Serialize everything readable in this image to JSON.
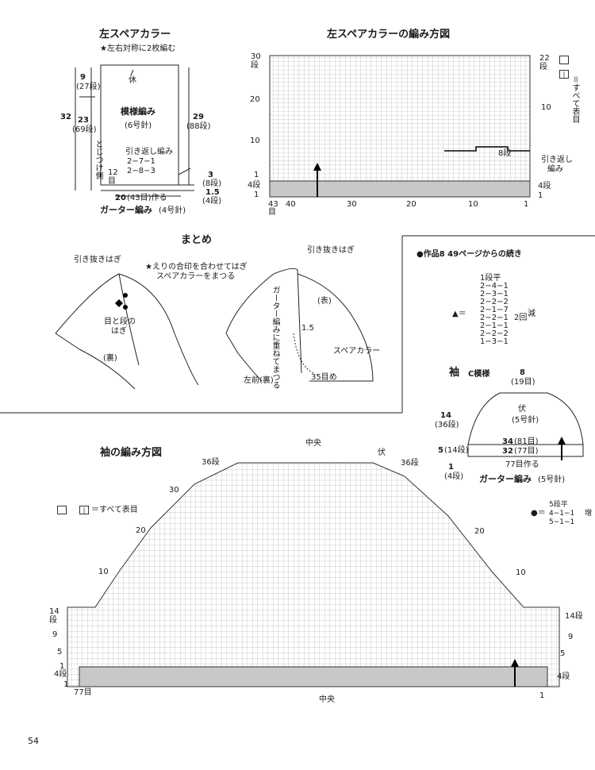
{
  "page_number": "54",
  "collar_schematic": {
    "title": "左スペアカラー",
    "note": "★左右対称に2枚編む",
    "rest_label": "休",
    "pattern_label": "模様編み",
    "pattern_needle": "(6号針)",
    "short_row_label": "引き返し編み",
    "short_row_1": "2−7−1",
    "short_row_2": "2−8−3",
    "left_9": "9",
    "left_9_rows": "(27段)",
    "left_23": "23",
    "left_23_rows": "(69段)",
    "left_32": "32",
    "side_label": "とじつけ側",
    "right_29": "29",
    "right_29_rows": "(88段)",
    "right_3": "3",
    "right_3_rows": "(8段)",
    "right_15": "1.5",
    "right_15_rows": "(4段)",
    "stitch_12": "12",
    "stitch_12_unit": "目",
    "bottom_width": "20",
    "bottom_width_detail": "(43目)作る",
    "garter_label": "ガーター編み",
    "garter_needle": "(4号針)"
  },
  "collar_chart": {
    "title": "左スペアカラーの編み方図",
    "row_30": "30",
    "row_unit": "段",
    "row_20": "20",
    "row_10": "10",
    "row_1": "1",
    "row_4": "4段",
    "row_1b": "1",
    "right_22": "22",
    "right_22_unit": "段",
    "right_10": "10",
    "right_8": "8段",
    "right_short": "引き返し",
    "right_short2": "編み",
    "right_4": "4段",
    "right_1": "1",
    "bottom_43": "43",
    "bottom_43_unit": "目",
    "bottom_40": "40",
    "bottom_30": "30",
    "bottom_20": "20",
    "bottom_10": "10",
    "bottom_1": "1",
    "legend": "＝すべて表目"
  },
  "assembly": {
    "title": "まとめ",
    "pull_seam_left": "引き抜きはぎ",
    "star_note_1": "★えりの合印を合わせてはぎ",
    "star_note_2": "スペアカラーをまつる",
    "stitch_row_1": "目と段の",
    "stitch_row_2": "はぎ",
    "back_label": "(裏)",
    "pull_seam_right": "引き抜きはぎ",
    "overlap_note": "ガーター編みに重ねてまつる",
    "front_label": "(表)",
    "measure_15": "1.5",
    "spare_collar": "スペアカラー",
    "stitches_35": "35目め",
    "left_front_back": "左前(裏)"
  },
  "continued_note": {
    "title": "●作品8  49ページからの続き",
    "lines": [
      "1段平",
      "2−4−1",
      "2−3−1",
      "2−2−2",
      "2−1−7",
      "2−2−1",
      "2−1−1",
      "2−2−2",
      "1−3−1"
    ],
    "repeat": "2回",
    "decrease": "減"
  },
  "sleeve_schematic": {
    "title": "袖",
    "pattern": "C模様",
    "top_8": "8",
    "top_8_st": "(19目)",
    "rest": "伏",
    "needle": "(5号針)",
    "height_14": "14",
    "height_14_rows": "(36段)",
    "height_5": "5",
    "height_5_rows": "(14段)",
    "height_1": "1",
    "height_1_rows": "(4段)",
    "w_34": "34",
    "w_34_st": "(81目)",
    "w_32": "32",
    "w_32_st": "(77目)",
    "cast_on": "77目作る",
    "garter": "ガーター編み",
    "garter_needle": "(5号針)",
    "inc_eq": "●＝",
    "inc_1": "5段平",
    "inc_2": "4−1−1",
    "inc_3": "5−1−1",
    "inc_word": "増"
  },
  "sleeve_chart": {
    "title": "袖の編み方図",
    "center_top": "中央",
    "bind": "伏",
    "row_36l": "36段",
    "row_36r": "36段",
    "row_30": "30",
    "row_20l": "20",
    "row_20r": "20",
    "row_10l": "10",
    "row_10r": "10",
    "row_14l": "14",
    "row_14l_unit": "段",
    "row_14r": "14段",
    "row_9l": "9",
    "row_9r": "9",
    "row_5l": "5",
    "row_5r": "5",
    "row_1l": "1",
    "row_4l": "4段",
    "row_4r": "4段",
    "row_1b": "1",
    "row_1r": "1",
    "st_77": "77目",
    "center_bottom": "中央",
    "legend": "＝すべて表目"
  }
}
